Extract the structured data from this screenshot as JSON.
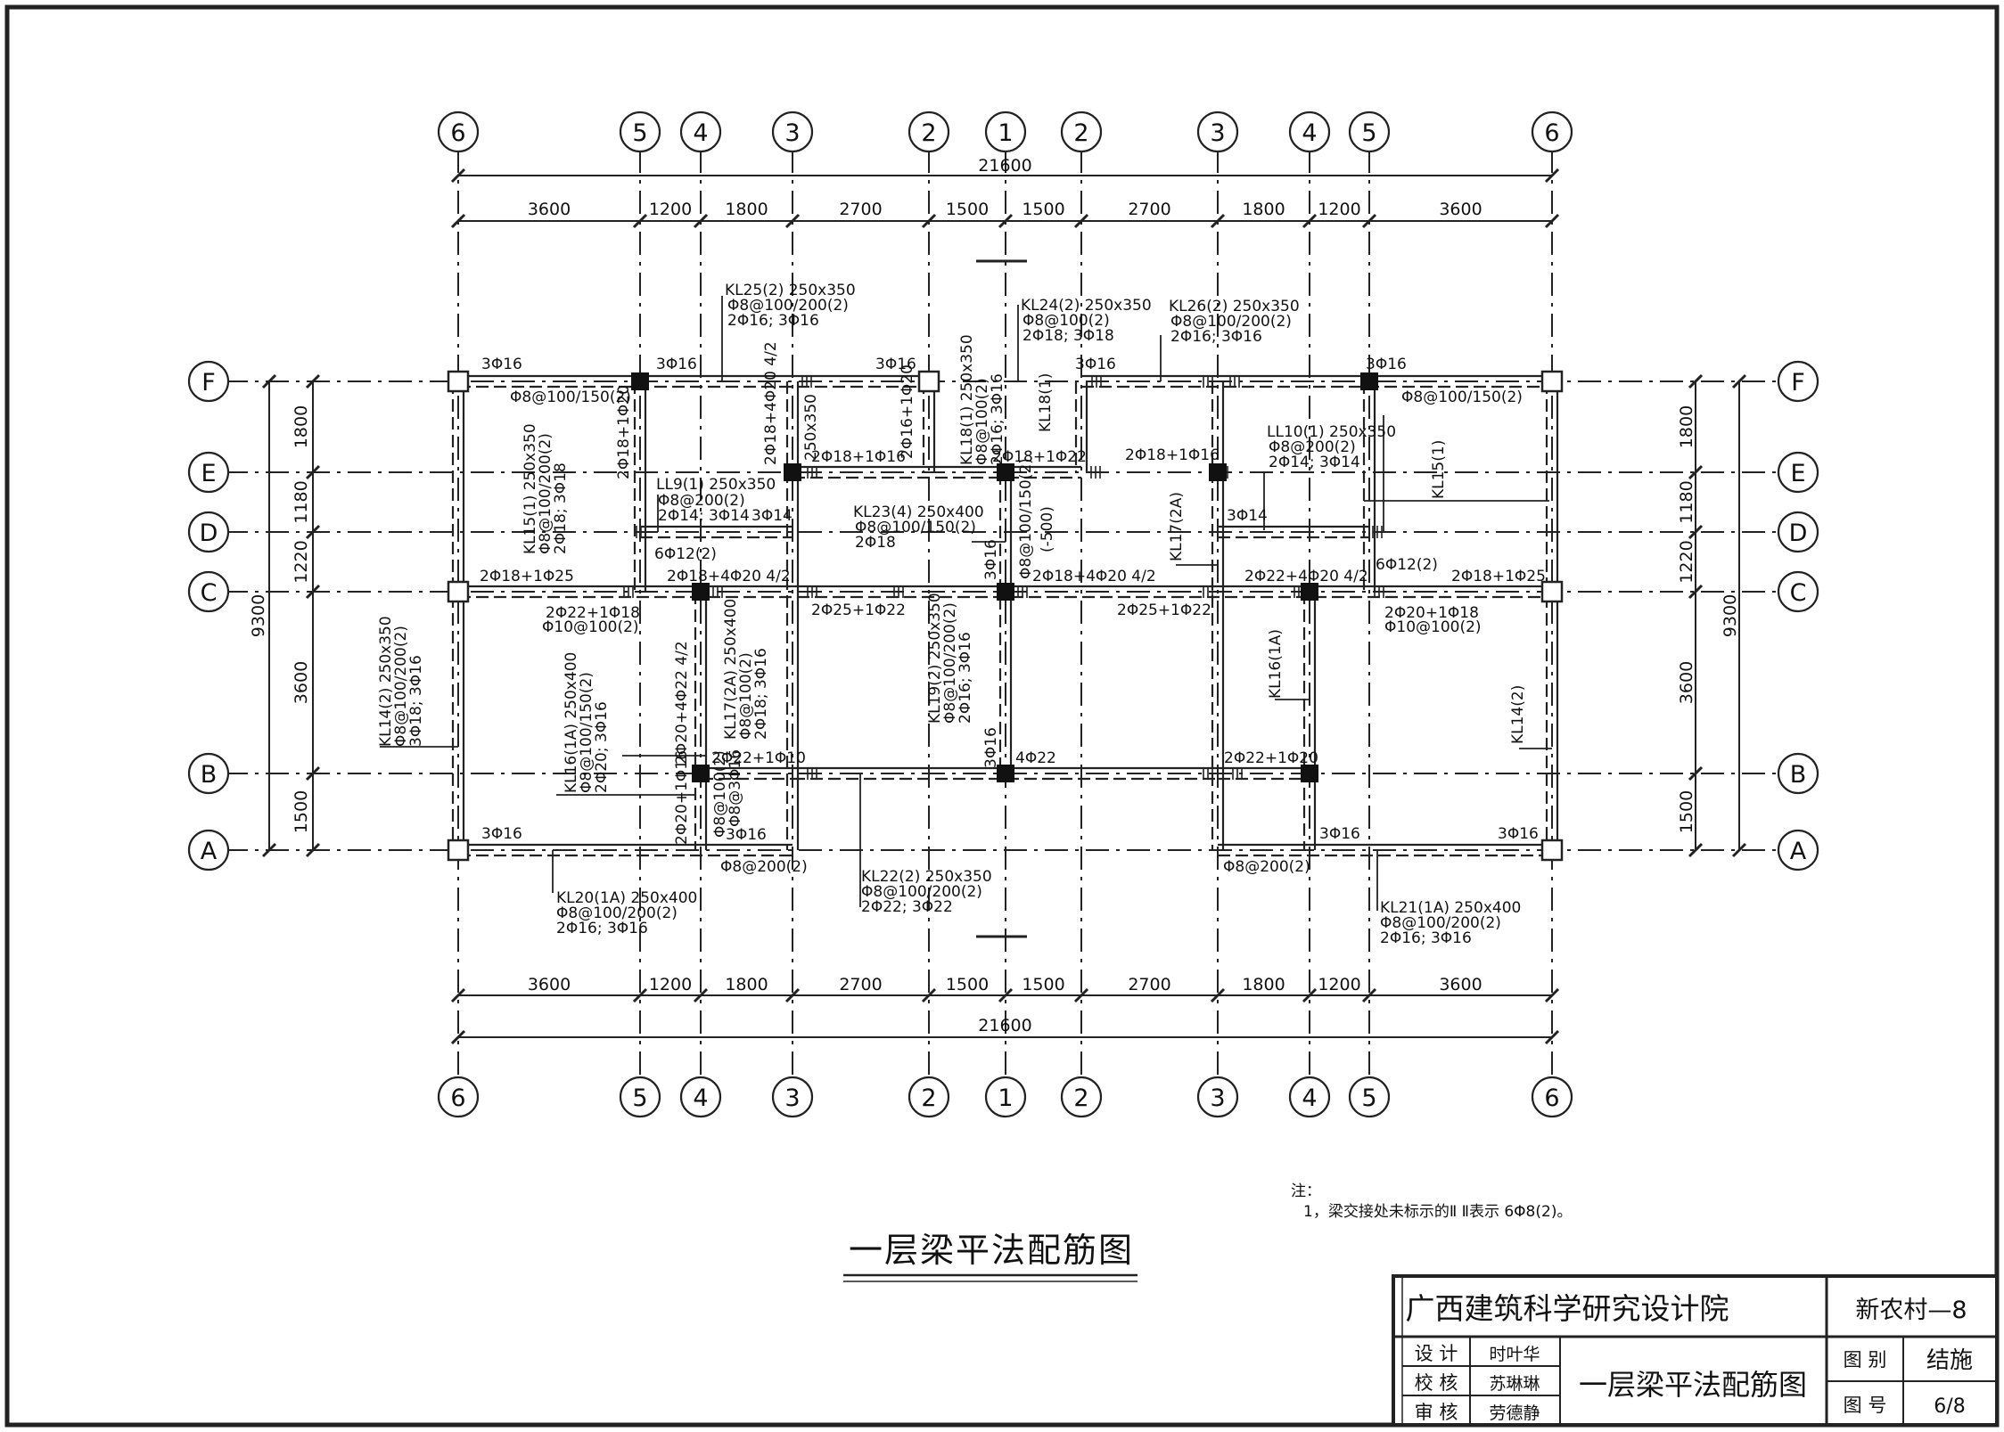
{
  "drawing_title": "一层梁平法配筋图",
  "note": {
    "heading": "注：",
    "line1": "1，梁交接处未标示的Ⅱ  Ⅱ表示 6Φ8(2)。"
  },
  "axes": {
    "top": [
      "6",
      "5",
      "4",
      "3",
      "2",
      "1",
      "2",
      "3",
      "4",
      "5",
      "6"
    ],
    "bottom": [
      "6",
      "5",
      "4",
      "3",
      "2",
      "1",
      "2",
      "3",
      "4",
      "5",
      "6"
    ],
    "left": [
      "F",
      "E",
      "D",
      "C",
      "B",
      "A"
    ],
    "right": [
      "F",
      "E",
      "D",
      "C",
      "B",
      "A"
    ]
  },
  "dims": {
    "total_horizontal": "21600",
    "horizontal": [
      "3600",
      "1200",
      "1800",
      "2700",
      "1500",
      "1500",
      "2700",
      "1800",
      "1200",
      "3600"
    ],
    "total_vertical": "9300",
    "vertical": [
      "1800",
      "1180",
      "1220",
      "3600",
      "1500"
    ]
  },
  "labels": [
    {
      "id": "kl25-a",
      "text": "KL25(2) 250x350"
    },
    {
      "id": "kl25-b",
      "text": "Φ8@100/200(2)"
    },
    {
      "id": "kl25-c",
      "text": "2Φ16; 3Φ16"
    },
    {
      "id": "kl24-a",
      "text": "KL24(2) 250x350"
    },
    {
      "id": "kl24-b",
      "text": "Φ8@100(2)"
    },
    {
      "id": "kl24-c",
      "text": "2Φ18; 3Φ18"
    },
    {
      "id": "kl26-a",
      "text": "KL26(2) 250x350"
    },
    {
      "id": "kl26-b",
      "text": "Φ8@100/200(2)"
    },
    {
      "id": "kl26-c",
      "text": "2Φ16; 3Φ16"
    },
    {
      "id": "tf-1",
      "text": "3Φ16"
    },
    {
      "id": "tf-2",
      "text": "3Φ16"
    },
    {
      "id": "tf-3",
      "text": "3Φ16"
    },
    {
      "id": "tf-4",
      "text": "3Φ16"
    },
    {
      "id": "tf-5",
      "text": "3Φ16"
    },
    {
      "id": "stir-fl",
      "text": "Φ8@100/150(2)"
    },
    {
      "id": "stir-fr",
      "text": "Φ8@100/150(2)"
    },
    {
      "id": "ll9-a",
      "text": "LL9(1) 250x350"
    },
    {
      "id": "ll9-b",
      "text": "Φ8@200(2)"
    },
    {
      "id": "ll9-c",
      "text": "2Φ14; 3Φ14"
    },
    {
      "id": "d-3a",
      "text": "3Φ14"
    },
    {
      "id": "ll10-a",
      "text": "LL10(1) 250x350"
    },
    {
      "id": "ll10-b",
      "text": "Φ8@200(2)"
    },
    {
      "id": "ll10-c",
      "text": "2Φ14; 3Φ14"
    },
    {
      "id": "d-3b",
      "text": "3Φ14"
    },
    {
      "id": "kl23-a",
      "text": "KL23(4) 250x400"
    },
    {
      "id": "kl23-b",
      "text": "Φ8@100/150(2)"
    },
    {
      "id": "kl23-c",
      "text": "2Φ18"
    },
    {
      "id": "e-1",
      "text": "2Φ18+1Φ16"
    },
    {
      "id": "e-2",
      "text": "2Φ18+1Φ22"
    },
    {
      "id": "e-3",
      "text": "2Φ18+1Φ16"
    },
    {
      "id": "c-1",
      "text": "2Φ18+1Φ25"
    },
    {
      "id": "c-2",
      "text": "2Φ18+4Φ20 4/2"
    },
    {
      "id": "c-3",
      "text": "2Φ18+4Φ20 4/2"
    },
    {
      "id": "c-4",
      "text": "2Φ22+4Φ20 4/2"
    },
    {
      "id": "c-5",
      "text": "2Φ18+1Φ25"
    },
    {
      "id": "c-6",
      "text": "6Φ12(2)"
    },
    {
      "id": "c-7",
      "text": "6Φ12(2)"
    },
    {
      "id": "c-8",
      "text": "2Φ22+1Φ18"
    },
    {
      "id": "c-9",
      "text": "Φ10@100(2)"
    },
    {
      "id": "c-10",
      "text": "2Φ20+1Φ18"
    },
    {
      "id": "c-11",
      "text": "Φ10@100(2)"
    },
    {
      "id": "c-12",
      "text": "2Φ25+1Φ22"
    },
    {
      "id": "c-13",
      "text": "2Φ25+1Φ22"
    },
    {
      "id": "b-1",
      "text": "2Φ22+1Φ10"
    },
    {
      "id": "b-2",
      "text": "4Φ22"
    },
    {
      "id": "b-3",
      "text": "2Φ22+1Φ20"
    },
    {
      "id": "a-1",
      "text": "3Φ16"
    },
    {
      "id": "a-2",
      "text": "3Φ16"
    },
    {
      "id": "a-3",
      "text": "3Φ16"
    },
    {
      "id": "a-4",
      "text": "3Φ16"
    },
    {
      "id": "a-5",
      "text": "Φ8@200(2)"
    },
    {
      "id": "a-6",
      "text": "Φ8@200(2)"
    },
    {
      "id": "kl22-a",
      "text": "KL22(2) 250x350"
    },
    {
      "id": "kl22-b",
      "text": "Φ8@100/200(2)"
    },
    {
      "id": "kl22-c",
      "text": "2Φ22; 3Φ22"
    },
    {
      "id": "kl20-a",
      "text": "KL20(1A) 250x400"
    },
    {
      "id": "kl20-b",
      "text": "Φ8@100/200(2)"
    },
    {
      "id": "kl20-c",
      "text": "2Φ16; 3Φ16"
    },
    {
      "id": "kl21-a",
      "text": "KL21(1A) 250x400"
    },
    {
      "id": "kl21-b",
      "text": "Φ8@100/200(2)"
    },
    {
      "id": "kl21-c",
      "text": "2Φ16; 3Φ16"
    },
    {
      "id": "v-kl18",
      "text": "KL18(1) 250x350"
    },
    {
      "id": "v-kl18b",
      "text": "Φ8@100(2)"
    },
    {
      "id": "v-kl18c",
      "text": "2Φ16; 3Φ16"
    },
    {
      "id": "v-kl18r",
      "text": "KL18(1)"
    },
    {
      "id": "v-250",
      "text": "250x350"
    },
    {
      "id": "v-2x",
      "text": "2Φ16+1Φ20"
    },
    {
      "id": "v-2y",
      "text": "2Φ18+4Φ20 4/2"
    },
    {
      "id": "v-2z",
      "text": "2Φ18+1Φ20"
    },
    {
      "id": "v-kl15a",
      "text": "KL15(1) 250x350"
    },
    {
      "id": "v-kl15b",
      "text": "Φ8@100/200(2)"
    },
    {
      "id": "v-kl15c",
      "text": "2Φ18; 3Φ18"
    },
    {
      "id": "v-kl15r",
      "text": "KL15(1)"
    },
    {
      "id": "v-8100",
      "text": "Φ8@100/150(2)"
    },
    {
      "id": "v-500",
      "text": "(-500)"
    },
    {
      "id": "v-3a",
      "text": "3Φ16"
    },
    {
      "id": "v-3b",
      "text": "3Φ16"
    },
    {
      "id": "v-kl17r",
      "text": "KL17(2A)"
    },
    {
      "id": "v-kl14a",
      "text": "KL14(2) 250x350"
    },
    {
      "id": "v-kl14b",
      "text": "Φ8@100/200(2)"
    },
    {
      "id": "v-kl14c",
      "text": "3Φ18; 3Φ16"
    },
    {
      "id": "v-kl14r",
      "text": "KL14(2)"
    },
    {
      "id": "v-kl16a",
      "text": "KL16(1A) 250x400"
    },
    {
      "id": "v-kl16b",
      "text": "Φ8@100/150(2)"
    },
    {
      "id": "v-kl16c",
      "text": "2Φ20; 3Φ16"
    },
    {
      "id": "v-kl16r",
      "text": "KL16(1A)"
    },
    {
      "id": "v-kl17a",
      "text": "KL17(2A) 250x400"
    },
    {
      "id": "v-kl17b",
      "text": "Φ8@100(2)"
    },
    {
      "id": "v-kl17c",
      "text": "2Φ18; 3Φ16"
    },
    {
      "id": "v-kl19a",
      "text": "KL19(2) 250x350"
    },
    {
      "id": "v-kl19b",
      "text": "Φ8@100/200(2)"
    },
    {
      "id": "v-kl19c",
      "text": "2Φ16; 3Φ16"
    },
    {
      "id": "v-2c",
      "text": "2Φ20+4Φ22 4/2"
    },
    {
      "id": "v-2d",
      "text": "2Φ20+1Φ16"
    },
    {
      "id": "v-8d",
      "text": "Φ8@100(2)"
    },
    {
      "id": "v-8e",
      "text": "Φ8@3Φ16"
    }
  ],
  "title_block": {
    "institute": "广西建筑科学研究设计院",
    "project": "新农村—8",
    "role_design": "设  计",
    "role_check": "校  核",
    "role_review": "审  核",
    "name_design": "时叶华",
    "name_check": "苏琳琳",
    "name_review": "劳德静",
    "drawing_name": "一层梁平法配筋图",
    "category_label": "图  别",
    "category_value": "结施",
    "number_label": "图  号",
    "number_value": "6/8"
  }
}
